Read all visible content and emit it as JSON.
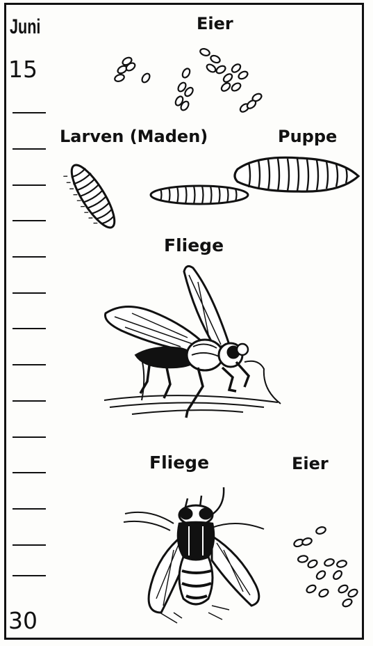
{
  "calendar": {
    "month": "Juni",
    "start_day": "15",
    "end_day": "30"
  },
  "labels": {
    "eggs_top": "Eier",
    "larvae": "Larven (Maden)",
    "pupa": "Puppe",
    "fly_side": "Fliege",
    "fly_top": "Fliege",
    "eggs_bottom": "Eier"
  },
  "icons": {
    "eggs_top": "egg-cluster-icon",
    "larvae": "larva-icon",
    "pupa": "pupa-icon",
    "fly_side": "fly-side-view-icon",
    "fly_top": "fly-top-view-icon",
    "eggs_bottom": "egg-cluster-icon"
  },
  "colors": {
    "ink": "#111111",
    "paper": "#fdfdfb"
  }
}
